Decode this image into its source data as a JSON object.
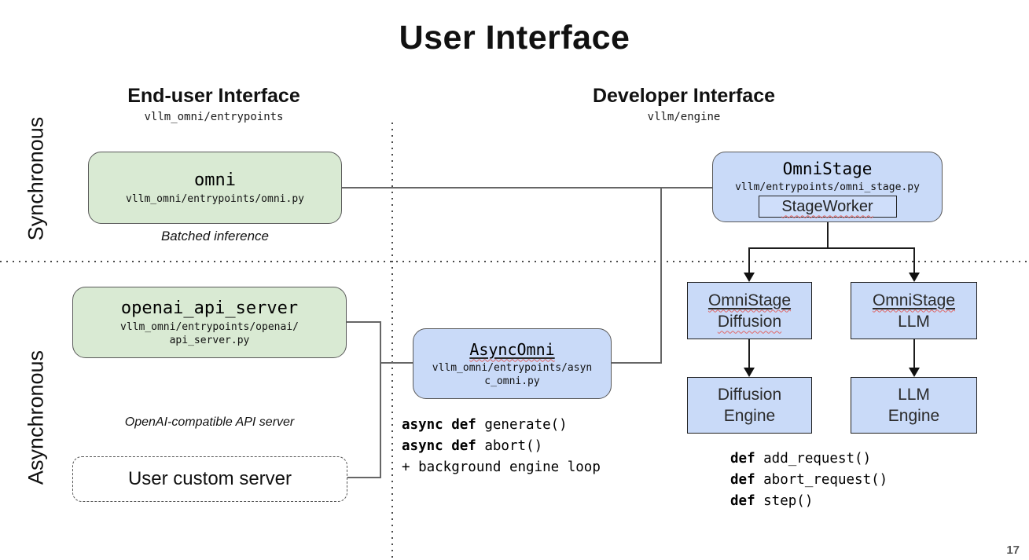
{
  "slide": {
    "title": "User Interface",
    "page_number": "17"
  },
  "headers": {
    "end_user": {
      "title": "End-user Interface",
      "subtitle": "vllm_omni/entrypoints"
    },
    "developer": {
      "title": "Developer Interface",
      "subtitle": "vllm/engine"
    }
  },
  "row_labels": {
    "sync": "Synchronous",
    "async": "Asynchronous"
  },
  "boxes": {
    "omni": {
      "title": "omni",
      "path": "vllm_omni/entrypoints/omni.py",
      "caption": "Batched inference"
    },
    "omni_stage": {
      "title": "OmniStage",
      "path": "vllm/entrypoints/omni_stage.py",
      "inner": "StageWorker"
    },
    "openai_api_server": {
      "title": "openai_api_server",
      "path_line1": "vllm_omni/entrypoints/openai/",
      "path_line2": "api_server.py",
      "caption": "OpenAI-compatible API server"
    },
    "async_omni": {
      "title": "AsyncOmni",
      "path_line1": "vllm_omni/entrypoints/asyn",
      "path_line2": "c_omni.py"
    },
    "user_custom_server": {
      "title": "User custom server"
    },
    "omni_stage_diffusion": {
      "line1": "OmniStage",
      "line2": "Diffusion"
    },
    "omni_stage_llm": {
      "line1": "OmniStage",
      "line2": "LLM"
    },
    "diffusion_engine": {
      "line1": "Diffusion",
      "line2": "Engine"
    },
    "llm_engine": {
      "line1": "LLM",
      "line2": "Engine"
    }
  },
  "code": {
    "async_api": [
      {
        "keyword": "async def",
        "rest": " generate()"
      },
      {
        "keyword": "async def",
        "rest": " abort()"
      },
      {
        "keyword": "",
        "rest": "+ background engine loop"
      }
    ],
    "sync_api": [
      {
        "keyword": "def",
        "rest": " add_request()"
      },
      {
        "keyword": "def",
        "rest": " abort_request()"
      },
      {
        "keyword": "def",
        "rest": " step()"
      }
    ]
  },
  "colors": {
    "green_fill": "#d9ead3",
    "blue_fill": "#c9daf8",
    "rounded_border": "#595959",
    "rect_border": "#1f1f1f",
    "connector": "#666666",
    "tree_line": "#1c1c1c",
    "squiggle": "#e06666",
    "page_number": "#595959"
  }
}
